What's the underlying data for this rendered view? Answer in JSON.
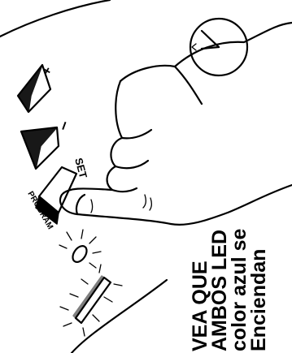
{
  "labels": {
    "plus": "+",
    "minus": "–",
    "button_top": "SET",
    "button_side": "PROGRAM"
  },
  "caption": {
    "lines": [
      "VEA QUE",
      "AMBOS LED",
      "color azul se",
      "Enciendan"
    ]
  }
}
